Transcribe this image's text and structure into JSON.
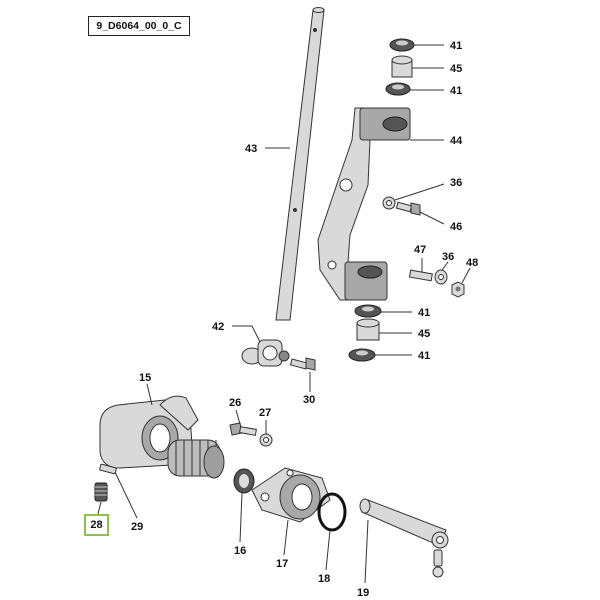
{
  "diagram": {
    "ref_code": "9_D6064_00_0_C",
    "highlight_color": "#8bc34a",
    "labels": {
      "p41a": "41",
      "p45a": "45",
      "p41b": "41",
      "p44": "44",
      "p36a": "36",
      "p46": "46",
      "p47": "47",
      "p36b": "36",
      "p48": "48",
      "p41c": "41",
      "p45b": "45",
      "p41d": "41",
      "p43": "43",
      "p42": "42",
      "p30": "30",
      "p26": "26",
      "p27": "27",
      "p15": "15",
      "p28": "28",
      "p29": "29",
      "p16": "16",
      "p17": "17",
      "p18": "18",
      "p19": "19"
    }
  }
}
